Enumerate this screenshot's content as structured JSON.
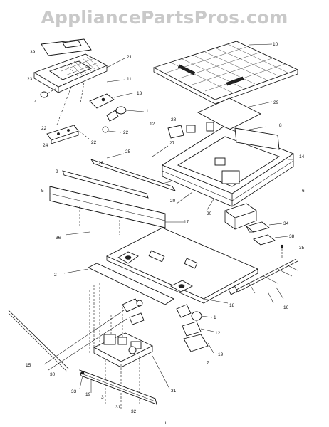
{
  "watermark": "AppliancePartsPros.com",
  "callouts": [
    "39",
    "10",
    "23",
    "21",
    "11",
    "4",
    "13",
    "1",
    "12",
    "22",
    "22",
    "24",
    "22",
    "29",
    "28",
    "8",
    "14",
    "25",
    "27",
    "26",
    "9",
    "5",
    "6",
    "20",
    "20",
    "17",
    "36",
    "34",
    "38",
    "35",
    "2",
    "18",
    "16",
    "1",
    "12",
    "19",
    "7",
    "31",
    "30",
    "15",
    "33",
    "19",
    "3",
    "31",
    "32"
  ],
  "bottom_mark": "i"
}
